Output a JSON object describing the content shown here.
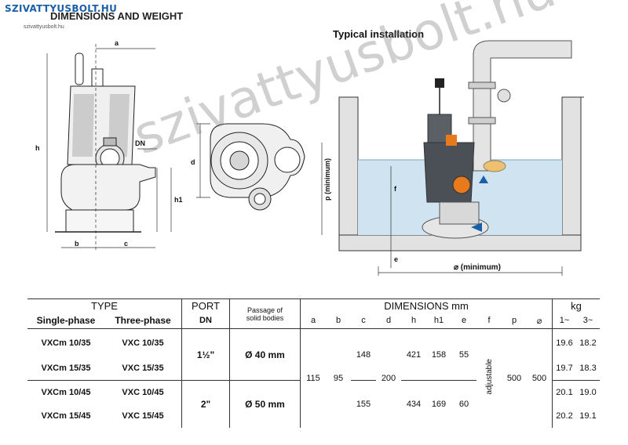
{
  "header": {
    "logo": "SZIVATTYUSBOLT.HU",
    "logo_sub": "szivattyusbolt.hu",
    "title": "DIMENSIONS AND WEIGHT",
    "typical": "Typical installation",
    "watermark": "szivattyusbolt.hu"
  },
  "drawing_labels": {
    "a": "a",
    "b": "b",
    "c": "c",
    "h": "h",
    "h1": "h1",
    "dn": "DN",
    "d": "d",
    "p_min": "p (minimum)",
    "f": "f",
    "e": "e",
    "min": "⌀ (minimum)"
  },
  "table": {
    "type": "TYPE",
    "single_phase": "Single-phase",
    "three_phase": "Three-phase",
    "port": "PORT",
    "dn": "DN",
    "passage": "Passage of",
    "solid_bodies": "solid bodies",
    "dimensions": "DIMENSIONS mm",
    "kg": "kg",
    "cols": {
      "a": "a",
      "b": "b",
      "c": "c",
      "d": "d",
      "h": "h",
      "h1": "h1",
      "e": "e",
      "f": "f",
      "p": "p",
      "min": "⌀"
    },
    "phase1": "1~",
    "phase3": "3~",
    "rows": [
      {
        "single": "VXCm 10/35",
        "three": "VXC 10/35",
        "kg1": "19.6",
        "kg3": "18.2"
      },
      {
        "single": "VXCm 15/35",
        "three": "VXC 15/35",
        "kg1": "19.7",
        "kg3": "18.3"
      },
      {
        "single": "VXCm 10/45",
        "three": "VXC 10/45",
        "kg1": "20.1",
        "kg3": "19.0"
      },
      {
        "single": "VXCm 15/45",
        "three": "VXC 15/45",
        "kg1": "20.2",
        "kg3": "19.1"
      }
    ],
    "groups": [
      {
        "port": "1½\"",
        "passage": "Ø 40 mm",
        "c": "148",
        "h": "421",
        "h1": "158",
        "e": "55"
      },
      {
        "port": "2\"",
        "passage": "Ø 50 mm",
        "c": "155",
        "h": "434",
        "h1": "169",
        "e": "60"
      }
    ],
    "common": {
      "a": "115",
      "b": "95",
      "d": "200",
      "f": "adjustable",
      "p": "500",
      "min": "500"
    }
  },
  "colors": {
    "water": "#cfe3f0",
    "pump": "#4a5056",
    "accent": "#e87a1c",
    "blue": "#1b5fa8"
  }
}
